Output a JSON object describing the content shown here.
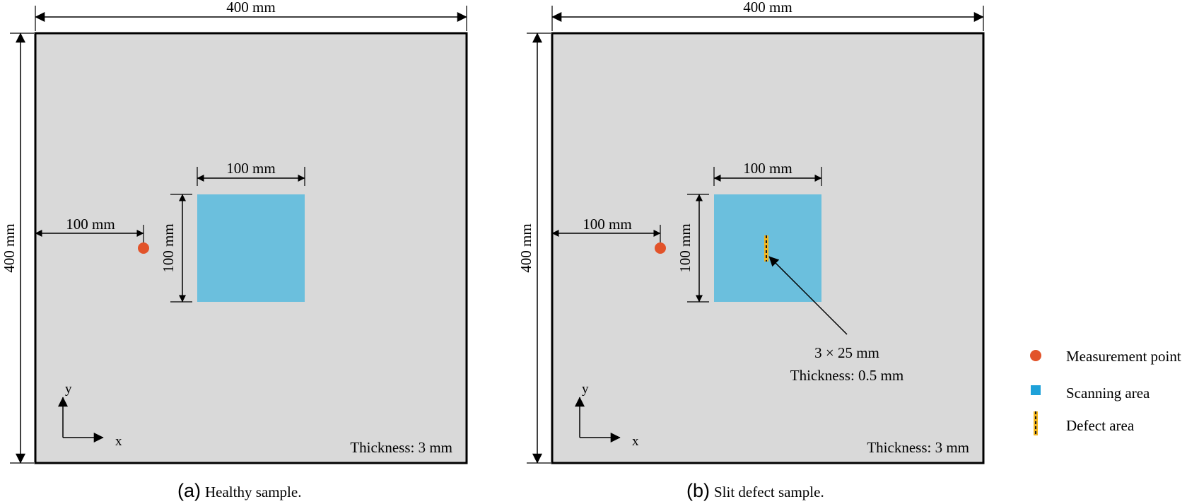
{
  "panels": [
    {
      "caption_label": "(a)",
      "caption_text": "Healthy sample.",
      "plate_width": "400 mm",
      "plate_height": "400 mm",
      "scan_width": "100 mm",
      "scan_height": "100 mm",
      "offset": "100 mm",
      "thickness": "Thickness: 3 mm",
      "axis_x": "x",
      "axis_y": "y"
    },
    {
      "caption_label": "(b)",
      "caption_text": "Slit defect sample.",
      "plate_width": "400 mm",
      "plate_height": "400 mm",
      "scan_width": "100 mm",
      "scan_height": "100 mm",
      "offset": "100 mm",
      "thickness": "Thickness: 3 mm",
      "axis_x": "x",
      "axis_y": "y",
      "defect_size": "3 × 25 mm",
      "defect_thickness": "Thickness: 0.5 mm"
    }
  ],
  "legend": {
    "measurement_point": "Measurement point",
    "scanning_area": "Scanning area",
    "defect_area": "Defect area"
  },
  "colors": {
    "plate_fill": "#d9d9d9",
    "scan_fill": "#6bbfdd",
    "measurement_point": "#e2532a",
    "defect_fill": "#f2b51e"
  }
}
